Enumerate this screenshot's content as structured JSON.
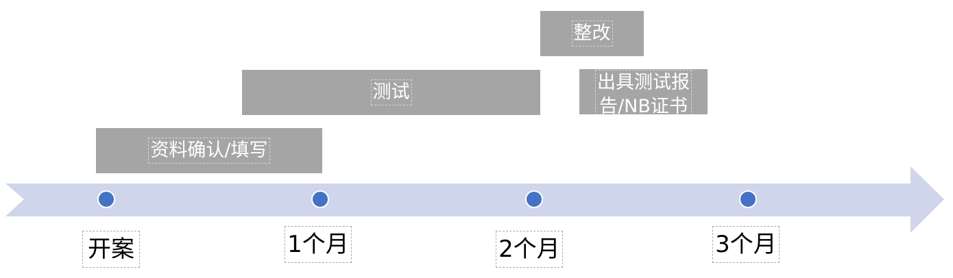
{
  "timeline": {
    "arrow_color": "#cfd5ea",
    "dot_color": "#4472c4",
    "milestones": [
      {
        "label": "开案"
      },
      {
        "label": "1个月"
      },
      {
        "label": "2个月"
      },
      {
        "label": "3个月"
      }
    ]
  },
  "phases": {
    "fill_color": "#a5a5a5",
    "text_color": "#ffffff",
    "items": [
      {
        "label": "资料确认/填写"
      },
      {
        "label": "测试"
      },
      {
        "label": "整改"
      },
      {
        "label_line1": "出具测试报",
        "label_line2": "告/NB证书"
      }
    ]
  }
}
